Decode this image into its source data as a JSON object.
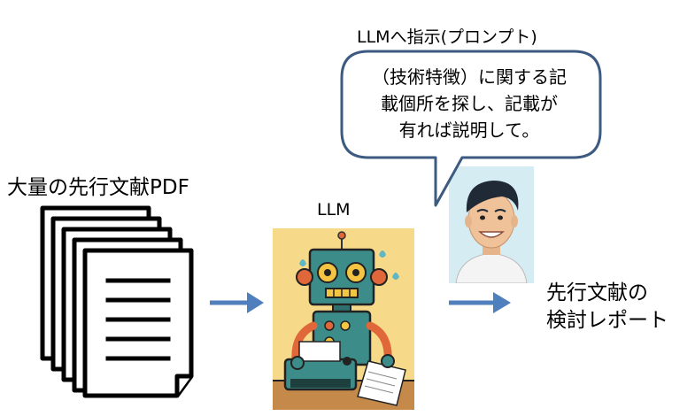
{
  "labels": {
    "documents": "大量の先行文献PDF",
    "llm": "LLM",
    "prompt_title": "LLMへ指示(プロンプト)",
    "report_line1": "先行文献の",
    "report_line2": "検討レポート"
  },
  "bubble": {
    "line1": "（技術特徴）に関する記",
    "line2": "載個所を探し、記載が",
    "line3": "有れば説明して。"
  },
  "colors": {
    "arrow": "#4f7fbd",
    "bubble_border": "#3d5a80",
    "robot_background": "#f7d98a",
    "robot_body": "#3c8c8a",
    "person_background": "#d6ecf3"
  },
  "icons": {
    "documents": "document-stack-icon",
    "llm": "robot-typewriter-icon",
    "user": "person-avatar-icon"
  }
}
